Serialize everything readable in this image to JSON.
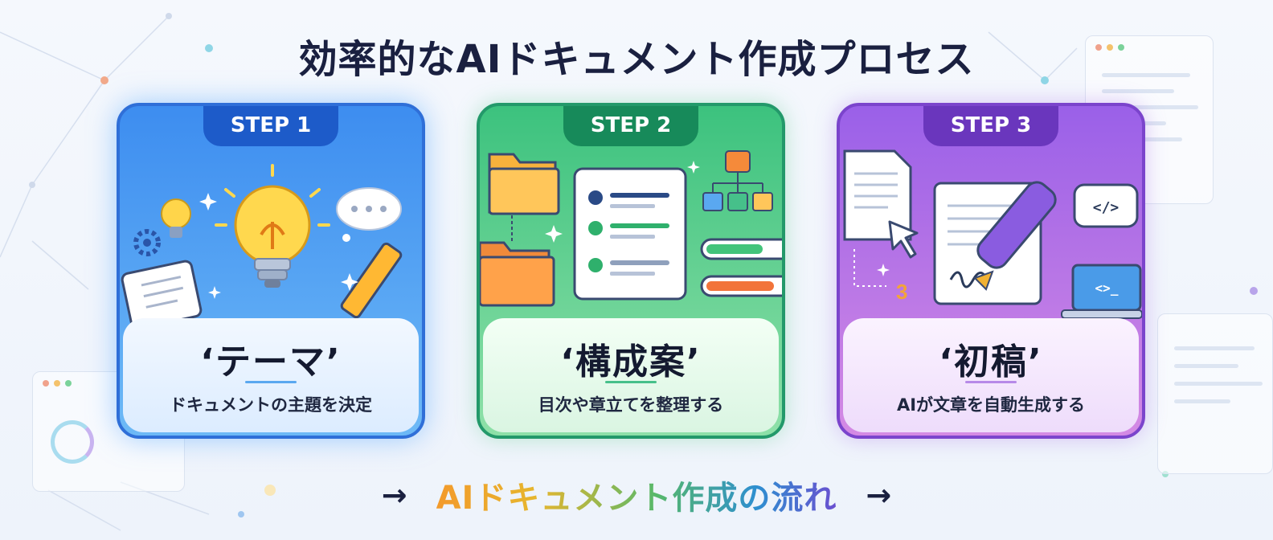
{
  "title": "効率的なAIドキュメント作成プロセス",
  "steps": [
    {
      "label": "STEP 1",
      "heading": "‘テーマ’",
      "description": "ドキュメントの主題を決定",
      "accent": "#2f6fd8"
    },
    {
      "label": "STEP 2",
      "heading": "‘構成案’",
      "description": "目次や章立てを整理する",
      "accent": "#23996a"
    },
    {
      "label": "STEP 3",
      "heading": "‘初稿’",
      "description": "AIが文章を自動生成する",
      "accent": "#7b44cc"
    }
  ],
  "illustration_text": {
    "code_bubble": "</>",
    "laptop_prompt": "<>_",
    "number_badge": "3"
  },
  "flow": {
    "arrow_left": "→",
    "text": "AIドキュメント作成の流れ",
    "arrow_right": "→"
  },
  "icons": {
    "step1": [
      "lightbulb-icon",
      "gear-icon",
      "notebook-icon",
      "pencil-icon",
      "thought-bubble-icon",
      "sparkle-icon"
    ],
    "step2": [
      "folder-icon",
      "checklist-document-icon",
      "org-chart-icon",
      "progress-bar-icon",
      "sparkle-icon"
    ],
    "step3": [
      "document-icon",
      "cursor-icon",
      "fountain-pen-icon",
      "code-bubble-icon",
      "laptop-icon"
    ]
  }
}
